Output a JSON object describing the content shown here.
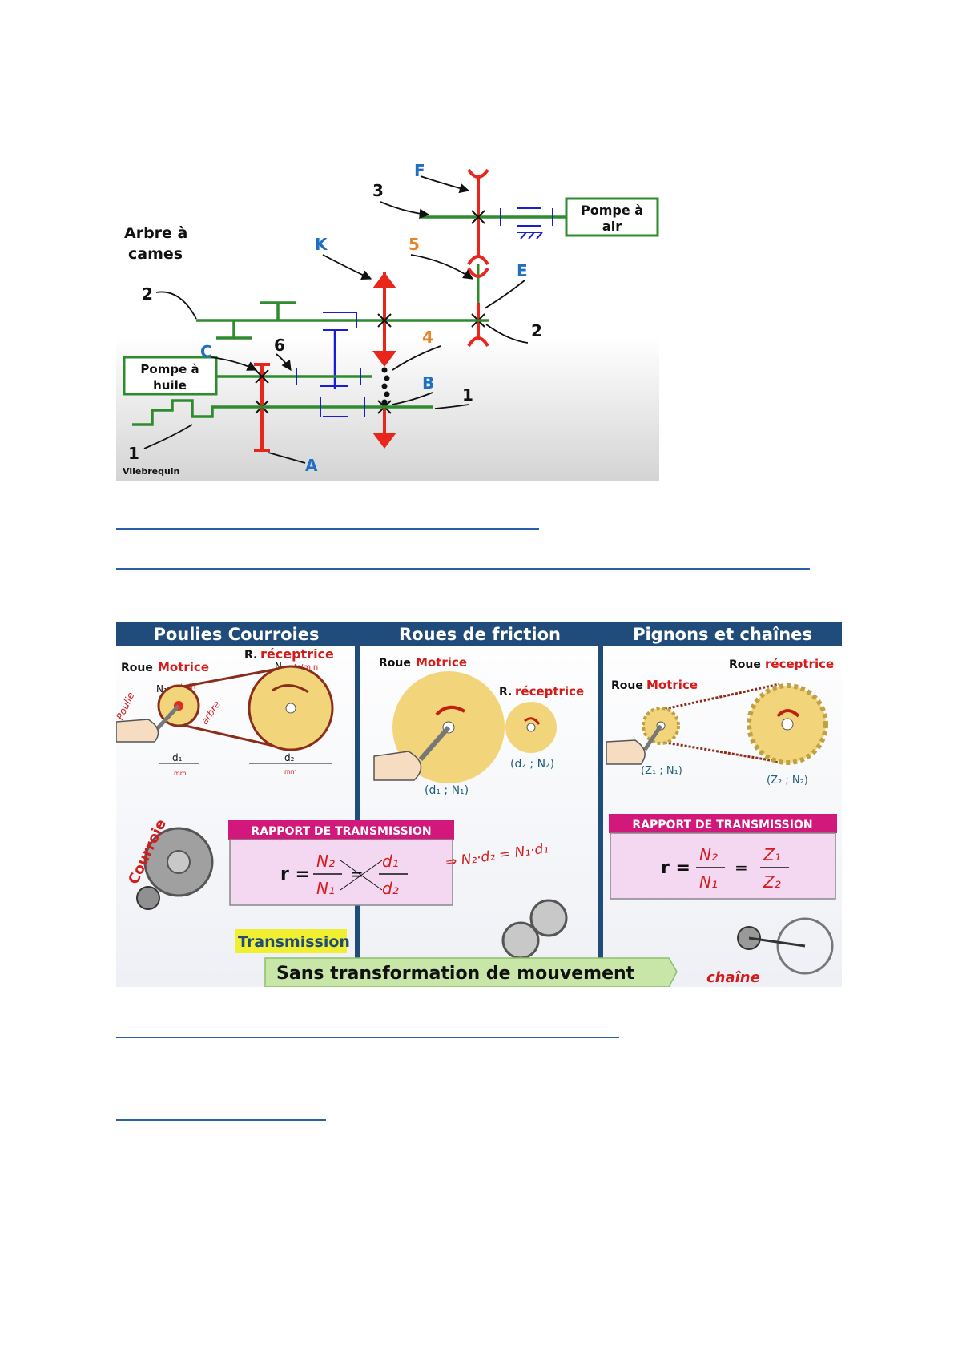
{
  "kinematic": {
    "labels": {
      "arbre_cames": [
        "Arbre à",
        "cames"
      ],
      "pompe_air": [
        "Pompe à",
        "air"
      ],
      "pompe_huile": [
        "Pompe à",
        "huile"
      ],
      "vilebrequin": "Vilebrequin",
      "F": "F",
      "K": "K",
      "five": "5",
      "E": "E",
      "three": "3",
      "two_left": "2",
      "two_right": "2",
      "six": "6",
      "C": "C",
      "four": "4",
      "B": "B",
      "one_right": "1",
      "one_left": "1",
      "A": "A"
    },
    "colors": {
      "shaft": "#2e8b2e",
      "gear": "#e8261c",
      "support": "#1c1cd4",
      "blue_label": "#1f6fc4",
      "orange_label": "#e8832a"
    }
  },
  "panel": {
    "sections": [
      {
        "title": "Poulies Courroies"
      },
      {
        "title": "Roues de friction"
      },
      {
        "title": "Pignons et chaînes"
      }
    ],
    "pulley": {
      "roue": "Roue",
      "motrice": "Motrice",
      "r_prefix": "R.",
      "receptrice": "réceptrice",
      "n1": "N₁",
      "n2": "N₂",
      "unit": "tr/min",
      "d1": "d₁",
      "d2": "d₂",
      "mm": "mm",
      "poulie": "Poulie",
      "arbre": "arbre",
      "courroie": "Courroie"
    },
    "friction": {
      "roue": "Roue",
      "motrice": "Motrice",
      "r_prefix": "R.",
      "receptrice": "réceptrice",
      "label1": "(d₁ ; N₁)",
      "label2": "(d₂ ; N₂)"
    },
    "chain": {
      "roue1": "Roue",
      "receptrice": "réceptrice",
      "roue2": "Roue",
      "motrice": "Motrice",
      "label1": "(Z₁ ; N₁)",
      "label2": "(Z₂ ; N₂)",
      "chaine": "chaîne"
    },
    "rapport_title": "RAPPORT DE TRANSMISSION",
    "formula1": {
      "r": "r =",
      "num1": "N₂",
      "den1": "N₁",
      "eq": "=",
      "num2": "d₁",
      "den2": "d₂"
    },
    "handwritten": "⇒ N₂·d₂ = N₁·d₁",
    "formula2": {
      "r": "r =",
      "num1": "N₂",
      "den1": "N₁",
      "eq": "=",
      "num2": "Z₁",
      "den2": "Z₂"
    },
    "transmission": "Transmission :",
    "sans": "Sans transformation de mouvement"
  }
}
